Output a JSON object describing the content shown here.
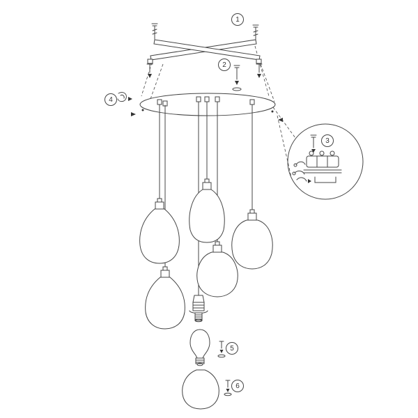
{
  "steps": [
    {
      "label": "1"
    },
    {
      "label": "2"
    },
    {
      "label": "3"
    },
    {
      "label": "4"
    },
    {
      "label": "5"
    },
    {
      "label": "6"
    }
  ],
  "colors": {
    "line": "#444444",
    "background": "#ffffff"
  }
}
